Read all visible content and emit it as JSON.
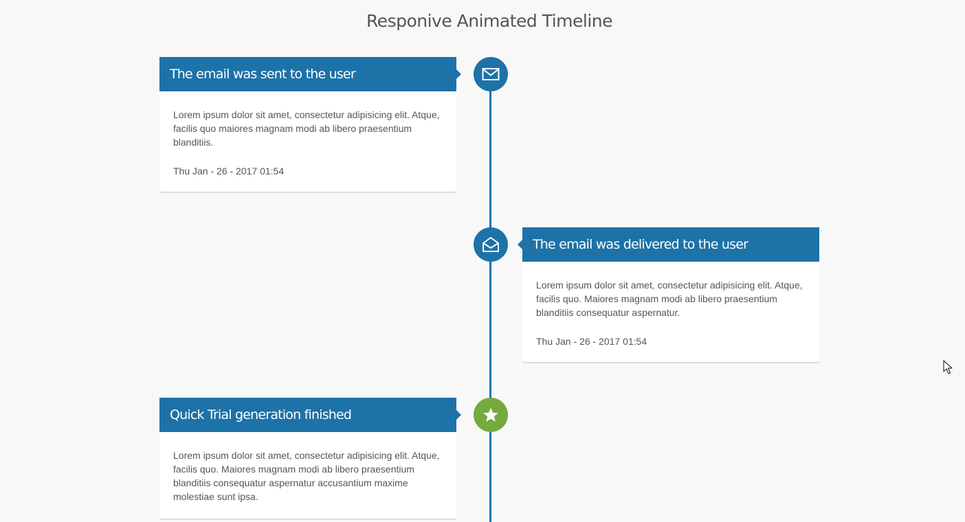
{
  "page": {
    "title": "Responive Animated Timeline"
  },
  "colors": {
    "accent": "#1d72a8",
    "success": "#76a93e",
    "background": "#f8f8f8",
    "card": "#ffffff",
    "text": "#555555"
  },
  "timeline": {
    "events": [
      {
        "title": "The email was sent to the user",
        "body": "Lorem ipsum dolor sit amet, consectetur adipisicing elit. Atque, facilis quo maiores magnam modi ab libero praesentium blanditiis.",
        "date": "Thu Jan - 26 - 2017 01:54",
        "icon": "envelope-icon",
        "side": "left",
        "color": "#1d72a8"
      },
      {
        "title": "The email was delivered to the user",
        "body": "Lorem ipsum dolor sit amet, consectetur adipisicing elit. Atque, facilis quo. Maiores magnam modi ab libero praesentium blanditiis consequatur aspernatur.",
        "date": "Thu Jan - 26 - 2017 01:54",
        "icon": "envelope-open-icon",
        "side": "right",
        "color": "#1d72a8"
      },
      {
        "title": "Quick Trial generation finished",
        "body": "Lorem ipsum dolor sit amet, consectetur adipisicing elit. Atque, facilis quo. Maiores magnam modi ab libero praesentium blanditiis consequatur aspernatur accusantium maxime molestiae sunt ipsa.",
        "date": "",
        "icon": "star-icon",
        "side": "left",
        "color": "#76a93e"
      }
    ]
  }
}
